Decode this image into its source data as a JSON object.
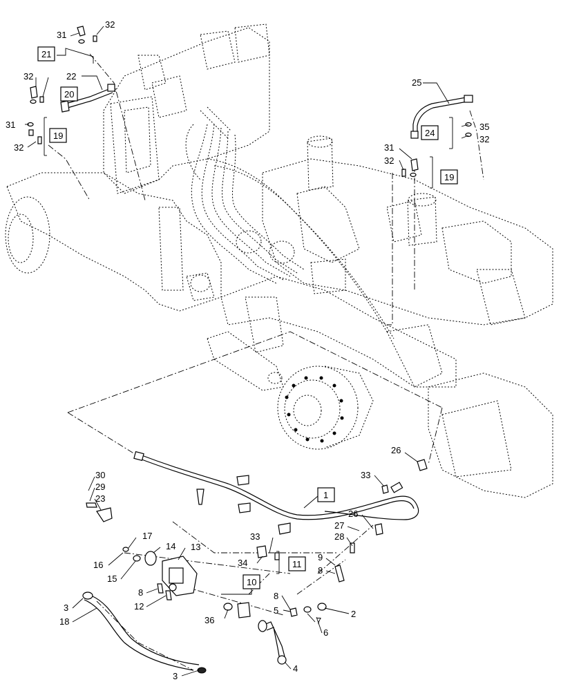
{
  "callouts": {
    "c31a": "31",
    "c32a": "32",
    "c21": "21",
    "c32b": "32",
    "c22": "22",
    "c20": "20",
    "c31b": "31",
    "c19a": "19",
    "c32c": "32",
    "c25": "25",
    "c24": "24",
    "c35": "35",
    "c32d": "32",
    "c31c": "31",
    "c32e": "32",
    "c19b": "19",
    "c26a": "26",
    "c33a": "33",
    "c1": "1",
    "c30": "30",
    "c29": "29",
    "c23": "23",
    "c17": "17",
    "c14": "14",
    "c13": "13",
    "c16": "16",
    "c15": "15",
    "c33b": "33",
    "c34": "34",
    "c11": "11",
    "c26b": "26",
    "c27": "27",
    "c28": "28",
    "c9": "9",
    "c8a": "8",
    "c10": "10",
    "c8b": "8",
    "c12": "12",
    "c36": "36",
    "c8c": "8",
    "c5": "5",
    "c7": "7",
    "c6": "6",
    "c2": "2",
    "c3a": "3",
    "c18": "18",
    "c3b": "3",
    "c4": "4"
  }
}
